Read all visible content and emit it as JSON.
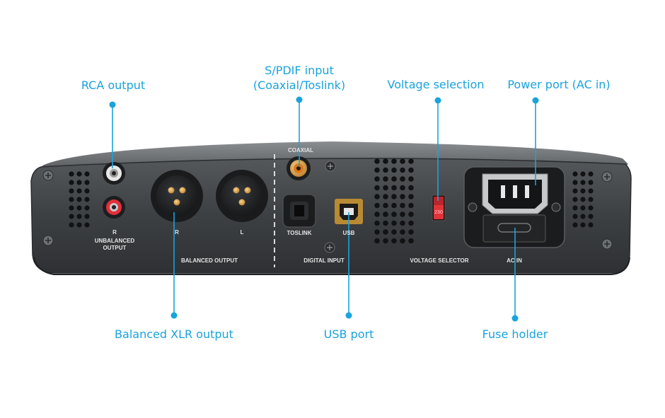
{
  "callouts": {
    "rca_output": "RCA output",
    "spdif_input_line1": "S/PDIF input",
    "spdif_input_line2": "(Coaxial/Toslink)",
    "voltage_selection": "Voltage selection",
    "power_port": "Power port (AC in)",
    "balanced_xlr": "Balanced XLR output",
    "usb_port": "USB port",
    "fuse_holder": "Fuse holder"
  },
  "panel_labels": {
    "r_small": "R",
    "unbalanced_line1": "UNBALANCED",
    "unbalanced_line2": "OUTPUT",
    "xlr_r": "R",
    "xlr_l": "L",
    "balanced_output": "BALANCED OUTPUT",
    "coaxial": "COAXIAL",
    "toslink": "TOSLINK",
    "usb": "USB",
    "digital_input": "DIGITAL INPUT",
    "voltage_selector": "VOLTAGE SELECTOR",
    "ac_in": "AC IN",
    "switch_value": "230"
  },
  "colors": {
    "accent": "#1aa3dc",
    "chassis": "#3e4144",
    "switch": "#e0343a"
  }
}
